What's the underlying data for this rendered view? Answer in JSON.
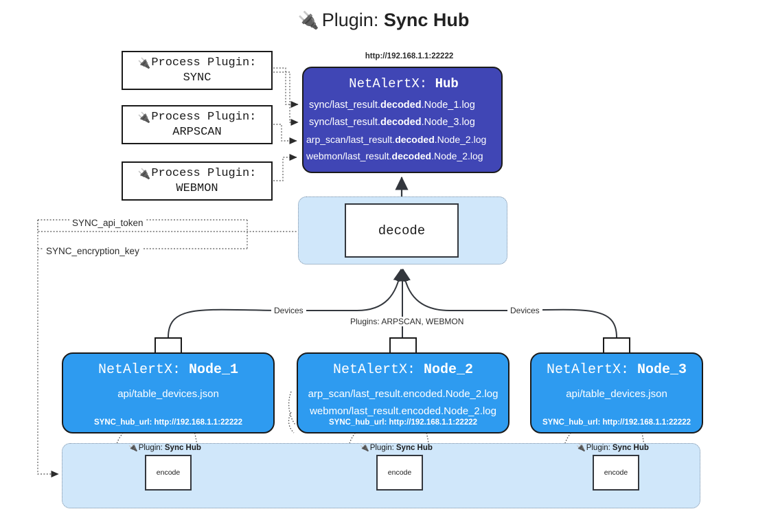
{
  "title": {
    "icon": "plug-icon",
    "prefix": "Plugin:",
    "name": "Sync Hub"
  },
  "process_plugins": [
    {
      "icon": "plug-icon",
      "line1": "Process Plugin:",
      "line2": "SYNC"
    },
    {
      "icon": "plug-icon",
      "line1": "Process Plugin:",
      "line2": "ARPSCAN"
    },
    {
      "icon": "plug-icon",
      "line1": "Process Plugin:",
      "line2": "WEBMON"
    }
  ],
  "hub": {
    "url": "http://192.168.1.1:22222",
    "title_prefix": "NetAlertX:",
    "title_name": "Hub",
    "color": "#4046b5",
    "lines": [
      {
        "pre": "sync/last_result.",
        "em": "decoded",
        "post": ".Node_1.log"
      },
      {
        "pre": "sync/last_result.",
        "em": "decoded",
        "post": ".Node_3.log"
      },
      {
        "pre": "arp_scan/last_result.",
        "em": "decoded",
        "post": ".Node_2.log"
      },
      {
        "pre": "webmon/last_result.",
        "em": "decoded",
        "post": ".Node_2.log"
      }
    ]
  },
  "decode": {
    "label": "decode",
    "container_color": "#d0e7fa"
  },
  "params": {
    "api_token": "SYNC_api_token",
    "encryption_key": "SYNC_encryption_key"
  },
  "edge_labels": {
    "devices_left": "Devices",
    "devices_right": "Devices",
    "plugins_mid": "Plugins: ARPSCAN, WEBMON"
  },
  "nodes": [
    {
      "title_prefix": "NetAlertX:",
      "title_name": "Node_1",
      "color": "#2e9bf0",
      "lines": [
        "api/table_devices.json"
      ],
      "hub_url": "SYNC_hub_url: http://192.168.1.1:22222",
      "envelope_icon": "envelope-icon"
    },
    {
      "title_prefix": "NetAlertX:",
      "title_name": "Node_2",
      "color": "#2e9bf0",
      "lines": [
        "arp_scan/last_result.encoded.Node_2.log",
        "webmon/last_result.encoded.Node_2.log"
      ],
      "hub_url": "SYNC_hub_url: http://192.168.1.1:22222",
      "envelope_icon": "envelope-icon"
    },
    {
      "title_prefix": "NetAlertX:",
      "title_name": "Node_3",
      "color": "#2e9bf0",
      "lines": [
        "api/table_devices.json"
      ],
      "hub_url": "SYNC_hub_url: http://192.168.1.1:22222",
      "envelope_icon": "envelope-icon"
    }
  ],
  "encoders": [
    {
      "icon": "plug-icon",
      "label_prefix": "Plugin:",
      "label_name": "Sync Hub",
      "box_label": "encode"
    },
    {
      "icon": "plug-icon",
      "label_prefix": "Plugin:",
      "label_name": "Sync Hub",
      "box_label": "encode"
    },
    {
      "icon": "plug-icon",
      "label_prefix": "Plugin:",
      "label_name": "Sync Hub",
      "box_label": "encode"
    }
  ]
}
